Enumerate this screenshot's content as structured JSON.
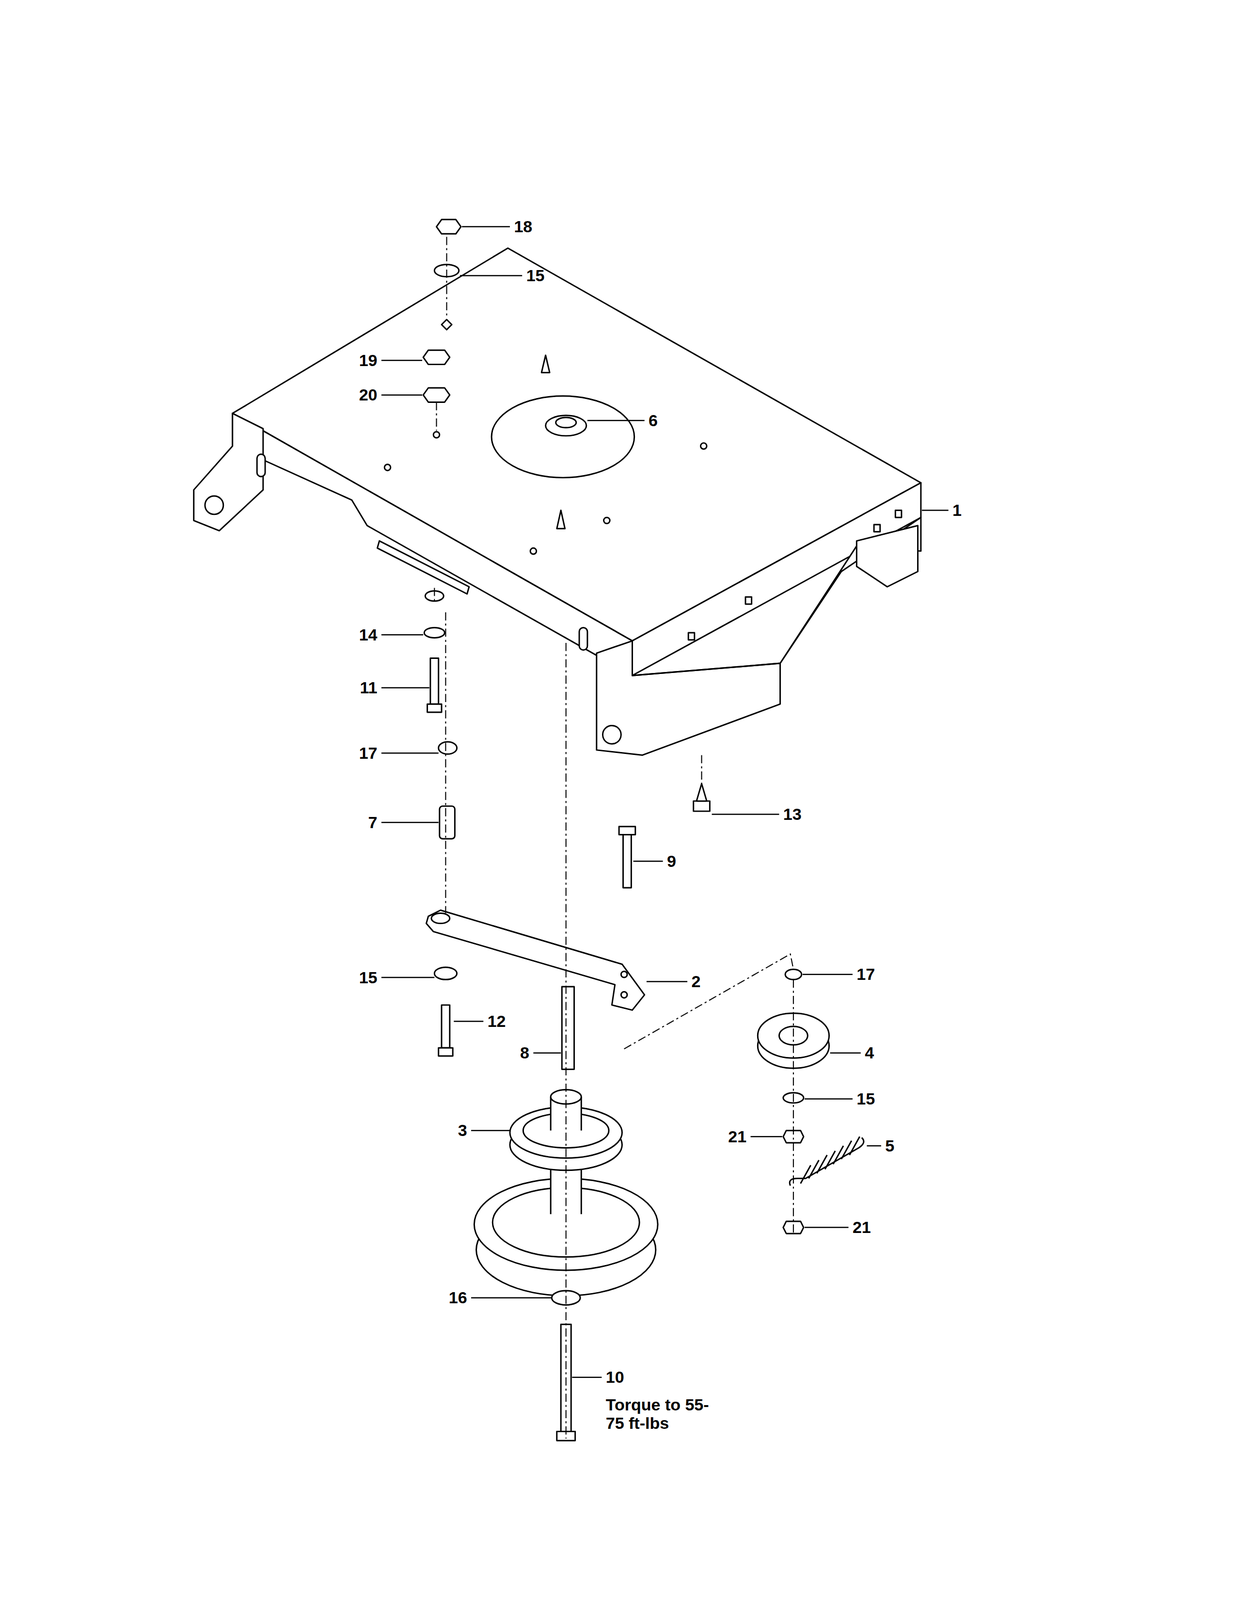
{
  "diagram": {
    "labels": [
      "18",
      "15",
      "19",
      "20",
      "6",
      "1",
      "14",
      "11",
      "17",
      "13",
      "7",
      "9",
      "17",
      "15",
      "2",
      "12",
      "8",
      "4",
      "15",
      "3",
      "21",
      "5",
      "21",
      "16",
      "10",
      "Torque to 55-75 ft-lbs"
    ]
  }
}
